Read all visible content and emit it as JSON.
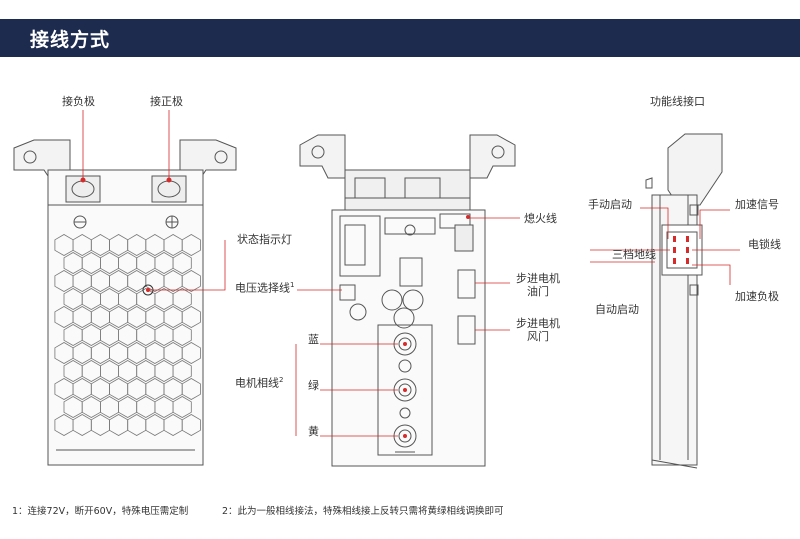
{
  "header": {
    "title": "接线方式"
  },
  "labels": {
    "neg_terminal": "接负极",
    "pos_terminal": "接正极",
    "status_light": "状态指示灯",
    "voltage_select": "电压选择线",
    "voltage_select_sup": "1",
    "flameout": "熄火线",
    "stepper_throttle_1": "步进电机",
    "stepper_throttle_2": "油门",
    "stepper_choke_1": "步进电机",
    "stepper_choke_2": "风门",
    "motor_phase": "电机相线",
    "motor_phase_sup": "2",
    "blue": "蓝",
    "green": "绿",
    "yellow": "黄",
    "function_port": "功能线接口",
    "manual_start": "手动启动",
    "third_gear_ground": "三档地线",
    "auto_start": "自动启动",
    "accel_signal": "加速信号",
    "electric_lock": "电锁线",
    "accel_negative": "加速负极"
  },
  "footnotes": {
    "note1": "1：连接72V，断开60V，特殊电压需定制",
    "note2": "2：此为一般相线接法，特殊相线接上反转只需将黄绿相线调换即可"
  },
  "colors": {
    "header_bg": "#1d2b4f",
    "accent": "#d62b2b",
    "line": "#555555"
  }
}
